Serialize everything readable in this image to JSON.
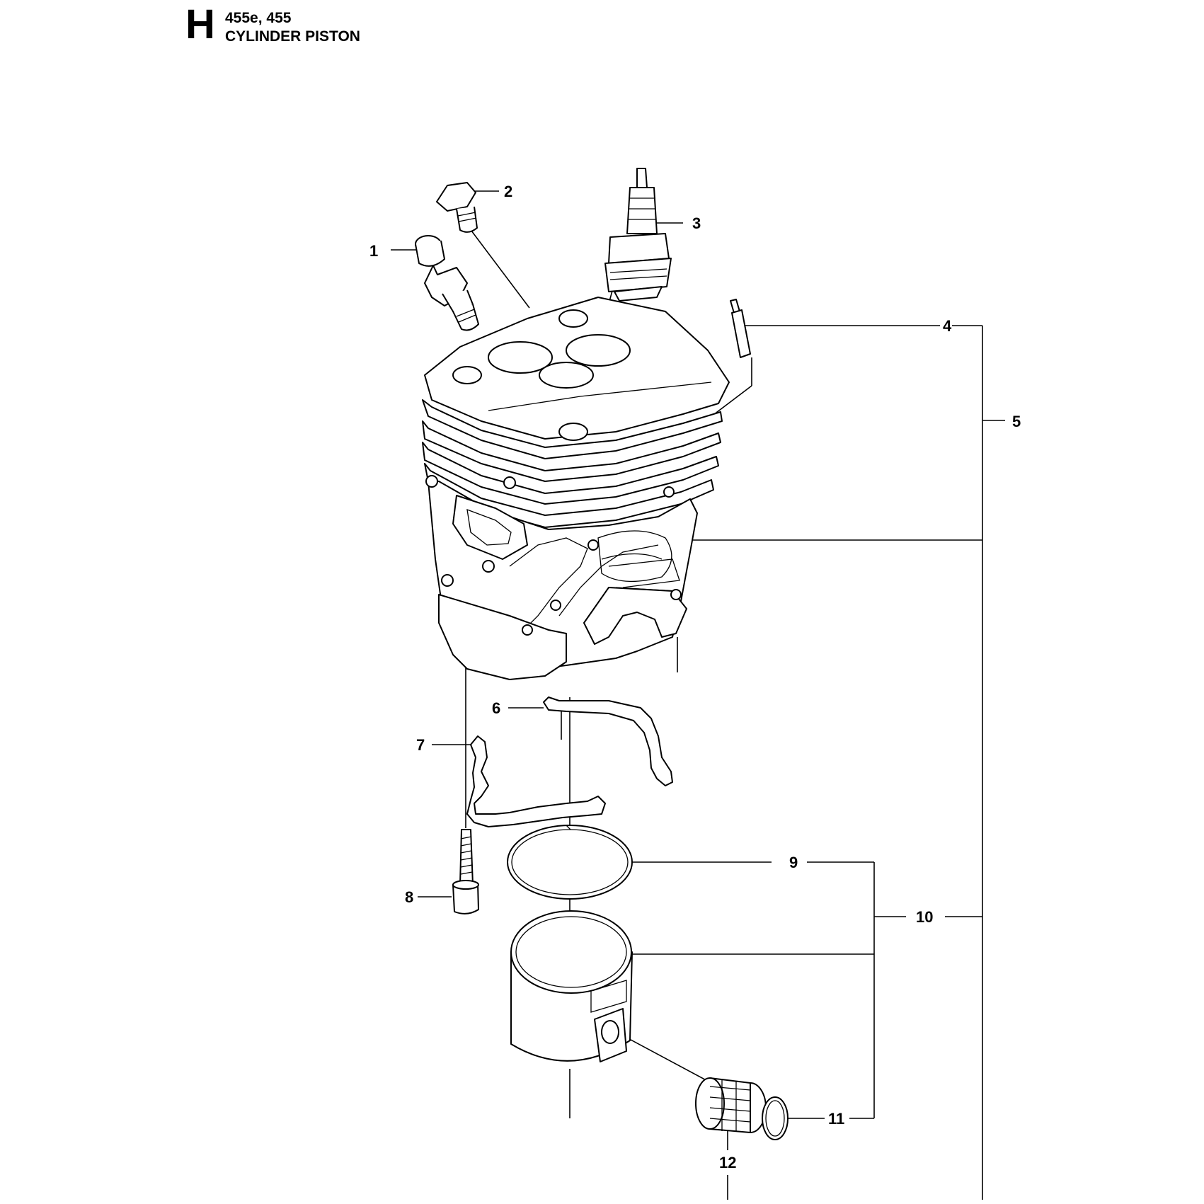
{
  "header": {
    "section_letter": "H",
    "models": "455e, 455",
    "title": "CYLINDER PISTON"
  },
  "callouts": [
    "1",
    "2",
    "3",
    "4",
    "5",
    "6",
    "7",
    "8",
    "9",
    "10",
    "11",
    "12"
  ]
}
